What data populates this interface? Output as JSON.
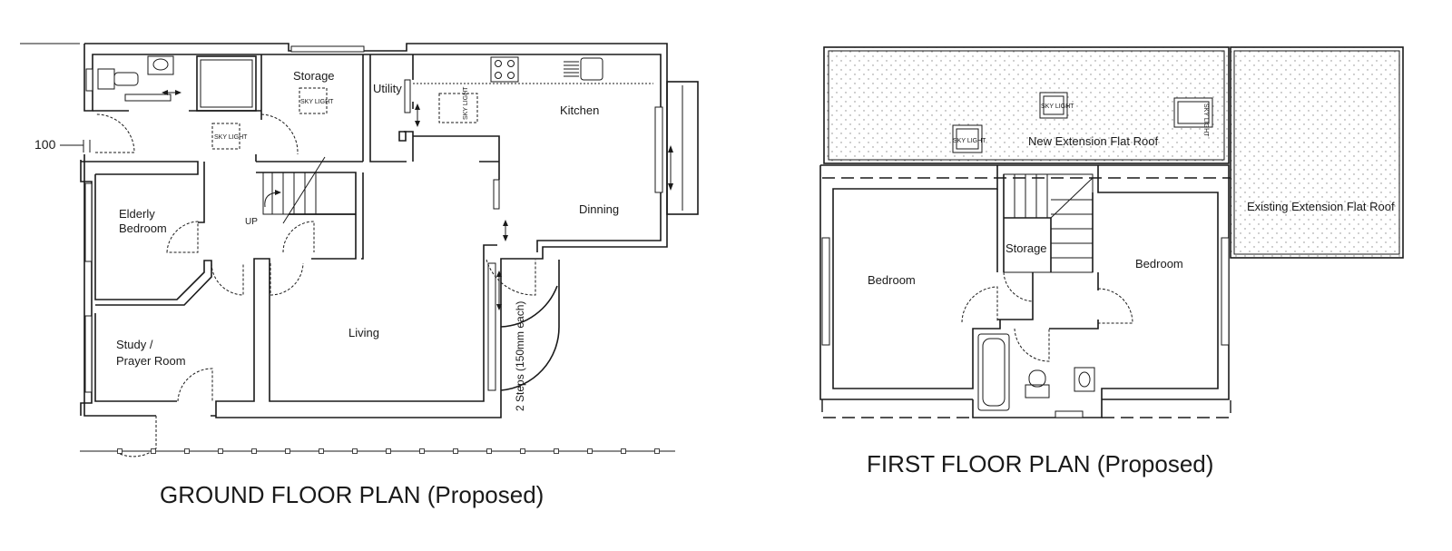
{
  "ground_floor": {
    "title": "GROUND FLOOR PLAN (Proposed)",
    "dimension_label": "100",
    "stair_label": "UP",
    "steps_label": "2 Steps (150mm each)",
    "skylight_label": "SKY LIGHT",
    "rooms": {
      "storage": "Storage",
      "utility": "Utility",
      "kitchen": "Kitchen",
      "elderly_bedroom_line1": "Elderly",
      "elderly_bedroom_line2": "Bedroom",
      "dinning": "Dinning",
      "living": "Living",
      "study_line1": "Study /",
      "study_line2": "Prayer Room"
    }
  },
  "first_floor": {
    "title": "FIRST FLOOR PLAN (Proposed)",
    "skylight_label": "SKY LIGHT",
    "rooms": {
      "new_roof": "New Extension Flat Roof",
      "existing_roof": "Existing Extension Flat Roof",
      "bedroom_left": "Bedroom",
      "storage": "Storage",
      "bedroom_right": "Bedroom"
    }
  }
}
